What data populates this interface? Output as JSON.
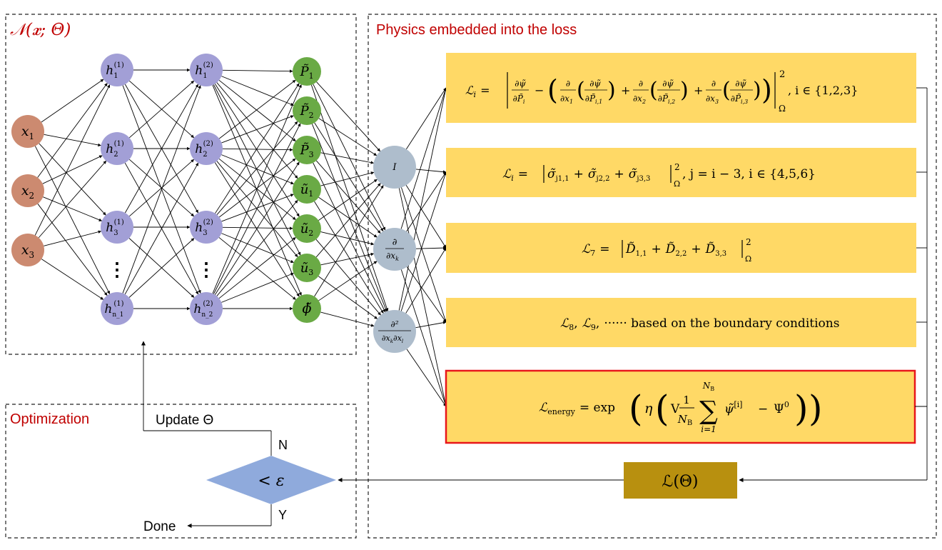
{
  "colors": {
    "input": "#cc8a70",
    "hidden": "#a29fd6",
    "output": "#6aaa45",
    "operator": "#aebdcc",
    "box": "#ffd966",
    "energy_border": "#e8161b",
    "total_loss": "#b8900f",
    "decision": "#8faadc",
    "title_red": "#c00000"
  },
  "network": {
    "title": "𝒩(𝒙; Θ)",
    "inputs": [
      "x",
      "x",
      "x"
    ],
    "input_subs": [
      "1",
      "2",
      "3"
    ],
    "hidden1": [
      "h",
      "h",
      "h",
      "h"
    ],
    "hidden1_subs": [
      "1",
      "2",
      "3",
      "n_1"
    ],
    "hidden1_sups": [
      "(1)",
      "(1)",
      "(1)",
      "(1)"
    ],
    "hidden2": [
      "h",
      "h",
      "h",
      "h"
    ],
    "hidden2_subs": [
      "1",
      "2",
      "3",
      "n_2"
    ],
    "hidden2_sups": [
      "(2)",
      "(2)",
      "(2)",
      "(2)"
    ],
    "ellipsis": "⋮",
    "outputs": [
      "P̃",
      "P̃",
      "P̃",
      "ũ",
      "ũ",
      "ũ",
      "ϕ̃"
    ],
    "output_subs": [
      "1",
      "2",
      "3",
      "1",
      "2",
      "3",
      ""
    ]
  },
  "operators": {
    "identity": "I",
    "first": {
      "num": "∂",
      "den": "∂x",
      "den_sub": "k"
    },
    "second": {
      "num": "∂²",
      "den": "∂x",
      "den_sub1": "k",
      "den_mid": "∂x",
      "den_sub2": "l"
    }
  },
  "physics": {
    "title": "Physics embedded into the loss",
    "loss1": {
      "lhs": "ℒ",
      "sub": "i",
      "eq": "=",
      "t1_num": "∂ψ̃",
      "t1_den": "∂P̃",
      "t1_den_sub": "i",
      "minus": "−",
      "open": "(",
      "d": "∂",
      "dx": "∂x",
      "dx_subs": [
        "1",
        "2",
        "3"
      ],
      "dpsi": "∂ψ̃",
      "dP": "∂P̃",
      "dP_subs": [
        "i,1",
        "i,2",
        "i,3"
      ],
      "plus": "+",
      "close": ")",
      "sq": "2",
      "omega": "Ω",
      "cond": ", i ∈ {1,2,3}"
    },
    "loss2": {
      "lhs": "ℒ",
      "sub": "i",
      "eq": "=",
      "body": "σ̃",
      "subs": [
        "j1,1",
        "j2,2",
        "j3,3"
      ],
      "plus": "+",
      "sq": "2",
      "omega": "Ω",
      "cond": ",  j = i − 3,  i ∈ {4,5,6}"
    },
    "loss3": {
      "lhs": "ℒ",
      "sub": "7",
      "eq": "=",
      "body": "D̃",
      "subs": [
        "1,1",
        "2,2",
        "3,3"
      ],
      "plus": "+",
      "sq": "2",
      "omega": "Ω"
    },
    "loss4": {
      "sym": "ℒ",
      "sub8": "8",
      "sub9": "9",
      "sep": ",",
      "text": "······ based on the boundary conditions"
    },
    "loss5": {
      "lhs": "ℒ",
      "sub": "energy",
      "eq": "= exp",
      "eta": "η",
      "V": "V",
      "one": "1",
      "NB": "N",
      "NB_sub": "B",
      "sum": "∑",
      "sum_top": "N",
      "sum_top_sub": "B",
      "sum_bottom": "i=1",
      "psi": "ψ̃",
      "psi_sup": "[i]",
      "minus": "−",
      "Psi0": "Ψ",
      "Psi0_sup": "0"
    },
    "total": "ℒ(Θ)"
  },
  "optimization": {
    "title": "Optimization",
    "update": "Update Θ",
    "decision": "< ε",
    "no": "N",
    "yes": "Y",
    "done": "Done"
  }
}
